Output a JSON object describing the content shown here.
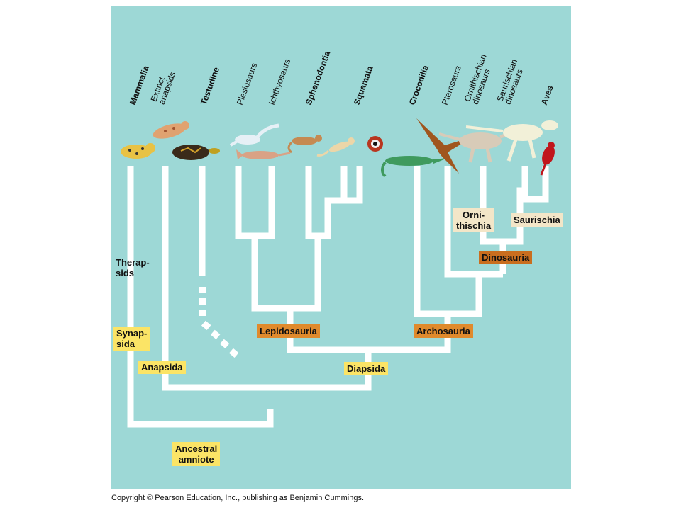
{
  "taxa": [
    {
      "id": "mammalia",
      "label": "Mammalia",
      "bold": true
    },
    {
      "id": "extinct-anapsids",
      "label": "Extinct\nanapsids",
      "bold": false
    },
    {
      "id": "testudine",
      "label": "Testudine",
      "bold": true
    },
    {
      "id": "plesiosaurs",
      "label": "Plesiosaurs",
      "bold": false
    },
    {
      "id": "ichthyosaurs",
      "label": "Ichthyosaurs",
      "bold": false
    },
    {
      "id": "sphenodontia",
      "label": "Sphenodontia",
      "bold": true
    },
    {
      "id": "squamata",
      "label": "Squamata",
      "bold": true
    },
    {
      "id": "crocodilia",
      "label": "Crocodilia",
      "bold": true
    },
    {
      "id": "pterosaurs",
      "label": "Pterosaurs",
      "bold": false
    },
    {
      "id": "ornithischian-dinosaurs",
      "label": "Ornithischian\ndinosaurs",
      "bold": false
    },
    {
      "id": "saurischian-dinosaurs",
      "label": "Saurischian\ndinosaurs",
      "bold": false
    },
    {
      "id": "aves",
      "label": "Aves",
      "bold": true
    }
  ],
  "clades": {
    "therapsids": "Therap-\nsids",
    "synapsida": "Synap-\nsida",
    "anapsida": "Anapsida",
    "lepidosauria": "Lepidosauria",
    "archosauria": "Archosauria",
    "diapsida": "Diapsida",
    "dinosauria": "Dinosauria",
    "ornithischia": "Orni-\nthischia",
    "saurischia": "Saurischia",
    "ancestral_amniote": "Ancestral\namniote"
  },
  "animals": [
    "mammal-icon",
    "anapsid-icon",
    "turtle-icon",
    "plesiosaur-icon",
    "ichthyosaur-icon",
    "tuatara-icon",
    "snake-icon",
    "lizard-icon",
    "crocodile-icon",
    "pterosaur-icon",
    "ornithischian-icon",
    "saurischian-icon",
    "bird-icon"
  ],
  "colors": {
    "background": "#9dd8d6",
    "branch": "#ffffff",
    "yellow_label": "#fbe466",
    "orange_label": "#e08a2c",
    "dinosauria_label": "#c96e1f",
    "cream_label": "#f3e6c8"
  },
  "copyright": "Copyright © Pearson Education, Inc., publishing as Benjamin Cummings."
}
